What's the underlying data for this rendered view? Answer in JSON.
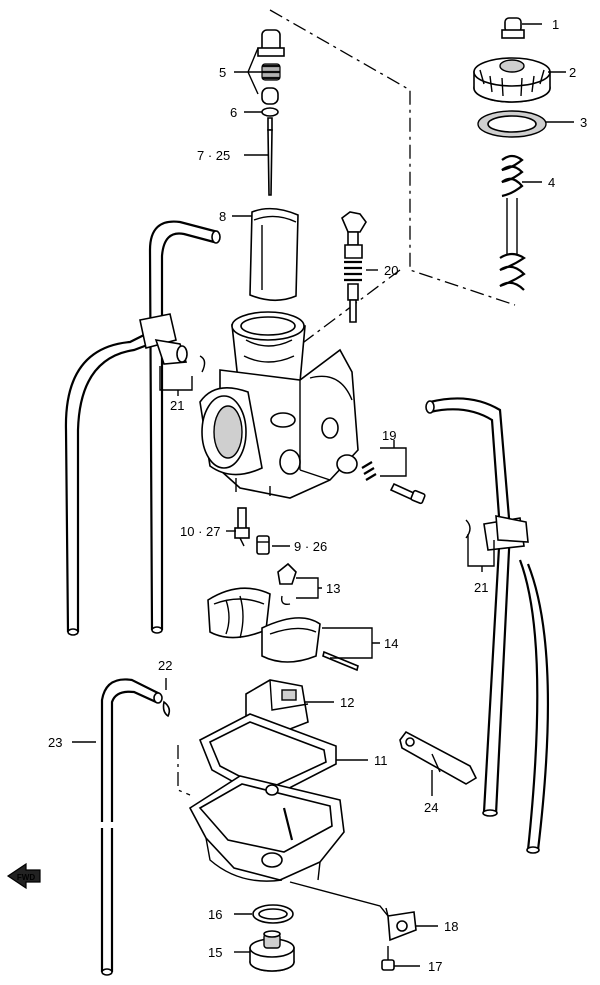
{
  "callouts": {
    "p1": "1",
    "p2": "2",
    "p3": "3",
    "p4": "4",
    "p5": "5",
    "p6": "6",
    "p7": "7 · 25",
    "p8": "8",
    "p9": "9 · 26",
    "p10": "10 · 27",
    "p11": "11",
    "p12": "12",
    "p13": "13",
    "p14": "14",
    "p15": "15",
    "p16": "16",
    "p17": "17",
    "p18": "18",
    "p19": "19",
    "p20": "20",
    "p21a": "21",
    "p21b": "21",
    "p22": "22",
    "p23": "23",
    "p24": "24"
  },
  "direction_marker": "FWD",
  "colors": {
    "ink": "#000000",
    "paper": "#ffffff",
    "shade": "#cfcfcf"
  }
}
